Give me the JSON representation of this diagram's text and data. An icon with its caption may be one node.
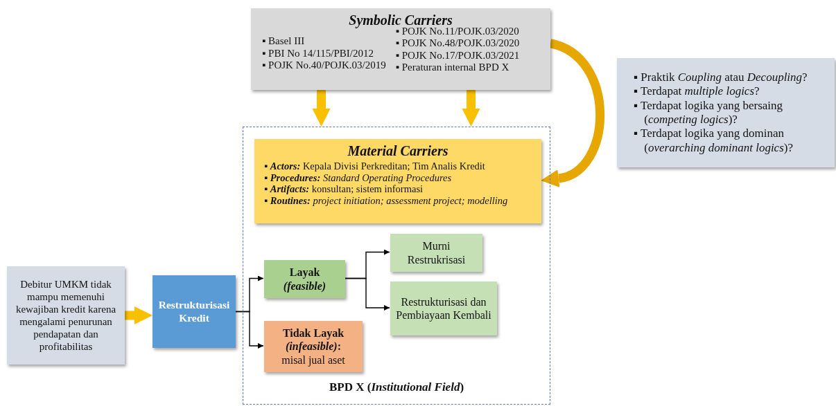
{
  "diagram": {
    "nodes": [
      {
        "text": [
          "Symbolic Carriers",
          "▪ Basel III",
          "▪ PBI No 14/115/PBI/2012",
          "▪ POJK No.40/POJK.03/2019",
          "▪ POJK No.11/POJK.03/2020",
          "▪ POJK No.48/POJK.03/2020",
          "▪ POJK No.17/POJK.03/2021",
          "▪ Peraturan internal BPD X"
        ]
      },
      {
        "text": [
          "BPD X (*Institutional Field*)"
        ]
      },
      {
        "text": [
          "Material Carriers",
          "▪ **Actors:** Kepala Divisi Perkreditan; Tim Analis Kredit",
          "▪ **Procedures:** *Standard Operating Procedures*",
          "▪ **Artifacts:** konsultan; sistem informasi",
          "▪ **Routines:** *project initiation; assessment project; modelling*"
        ],
        "in": 1
      },
      {
        "text": [
          "Layak *(feasible)*"
        ],
        "in": 1
      },
      {
        "text": [
          "Tidak Layak *(infeasible)*:",
          "misal jual aset"
        ],
        "in": 1
      },
      {
        "text": [
          "Murni Restrukrisasi"
        ],
        "in": 1
      },
      {
        "text": [
          "Restrukturisasi dan Pembiayaan Kembali"
        ],
        "in": 1
      },
      {
        "text": [
          "Debitur UMKM tidak mampu memenuhi kewajiban kredit karena mengalami penurunan pendapatan dan profitabilitas"
        ]
      },
      {
        "text": [
          "Restrukturisasi Kredit"
        ]
      },
      {
        "text": [
          "▪ Praktik *Coupling* atau *Decoupling*?",
          "▪ Terdapat *multiple logics*?",
          "▪ Terdapat logika yang bersaing (*competing logics*)?",
          "▪ Terdapat logika yang dominan (*overarching dominant logics*)?"
        ]
      }
    ],
    "edges": [
      {
        "from": 0,
        "to": 1,
        "arrow": "to",
        "style": "thick",
        "color": "#f9c000"
      },
      {
        "from": 0,
        "to": 1,
        "arrow": "to",
        "style": "thick",
        "color": "#f9c000"
      },
      {
        "from": 0,
        "to": 2,
        "arrow": "to",
        "style": "thick",
        "color": "#e6a800"
      },
      {
        "from": 7,
        "to": 8,
        "arrow": "to",
        "style": "thick",
        "color": "#f9c000"
      },
      {
        "from": 8,
        "to": 3,
        "arrow": "to"
      },
      {
        "from": 8,
        "to": 4,
        "arrow": "to"
      },
      {
        "from": 3,
        "to": 5,
        "arrow": "to"
      },
      {
        "from": 3,
        "to": 6,
        "arrow": "to"
      }
    ]
  }
}
